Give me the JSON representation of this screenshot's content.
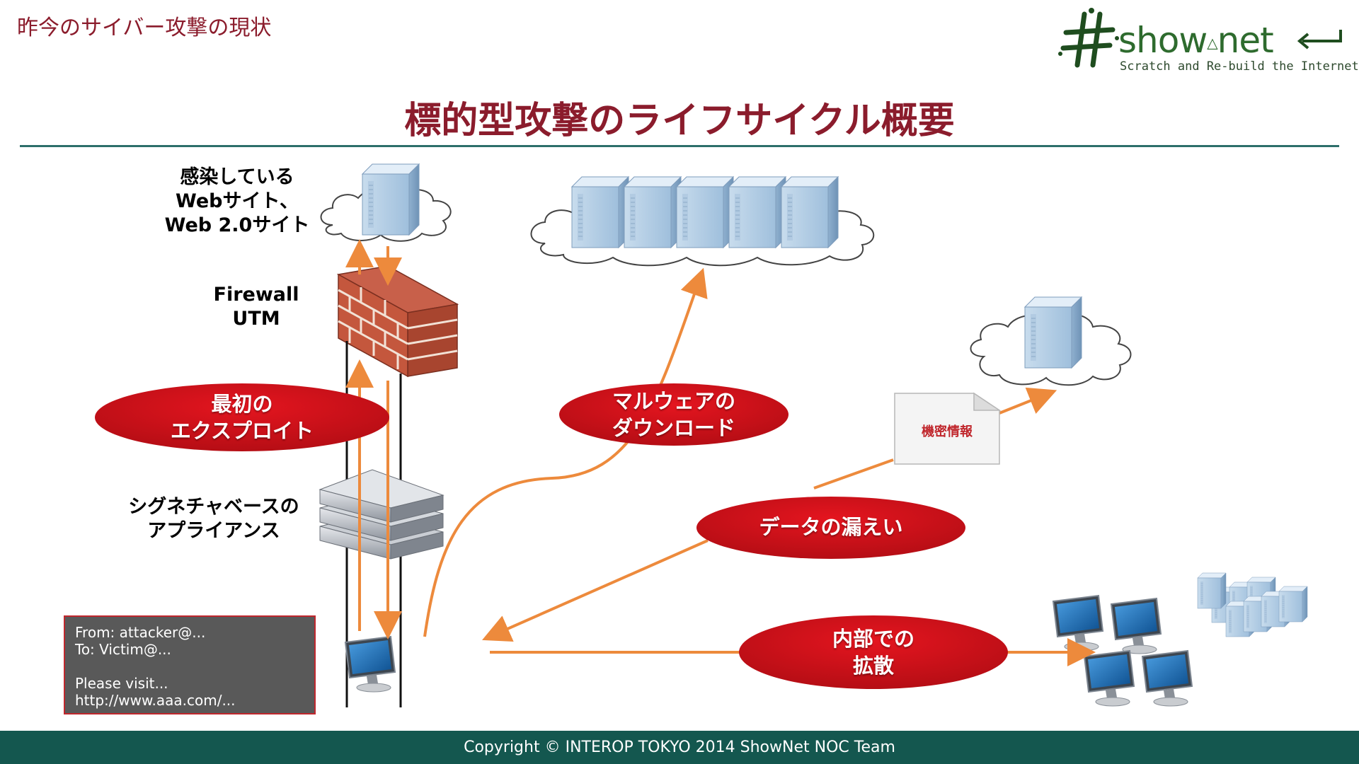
{
  "header": {
    "section_title": "昨今のサイバー攻撃の現状",
    "main_title": "標的型攻撃のライフサイクル概要"
  },
  "logo": {
    "mark": "#",
    "name": "show",
    "name_suffix": "net",
    "tagline": "Scratch and Re-build the Internet",
    "icon": "return-arrow-icon"
  },
  "labels": {
    "infected_sites_line1": "感染している",
    "infected_sites_line2": "Webサイト、",
    "infected_sites_line3": "Web 2.0サイト",
    "firewall_line1": "Firewall",
    "firewall_line2": "UTM",
    "appliance_line1": "シグネチャベースの",
    "appliance_line2": "アプライアンス"
  },
  "stages": {
    "exploit_line1": "最初の",
    "exploit_line2": "エクスプロイト",
    "download_line1": "マルウェアの",
    "download_line2": "ダウンロード",
    "leak": "データの漏えい",
    "spread_line1": "内部での",
    "spread_line2": "拡散"
  },
  "document": {
    "label": "機密情報"
  },
  "email": {
    "from": "From: attacker@...",
    "to": "To: Victim@...",
    "body": "Please visit...",
    "url": "http://www.aaa.com/..."
  },
  "footer": {
    "copyright": "Copyright © INTEROP TOKYO 2014 ShowNet NOC Team"
  },
  "colors": {
    "title": "#8b1c2c",
    "rule": "#2d6f6a",
    "footer_bg": "#14574f",
    "arrow": "#ed8a3c",
    "stage_red": "#d0121b",
    "logo_green": "#2e6b2e"
  },
  "icons": [
    "server-icon",
    "cloud-icon",
    "firewall-icon",
    "appliance-icon",
    "monitor-icon",
    "document-icon",
    "server-rack-icon"
  ]
}
